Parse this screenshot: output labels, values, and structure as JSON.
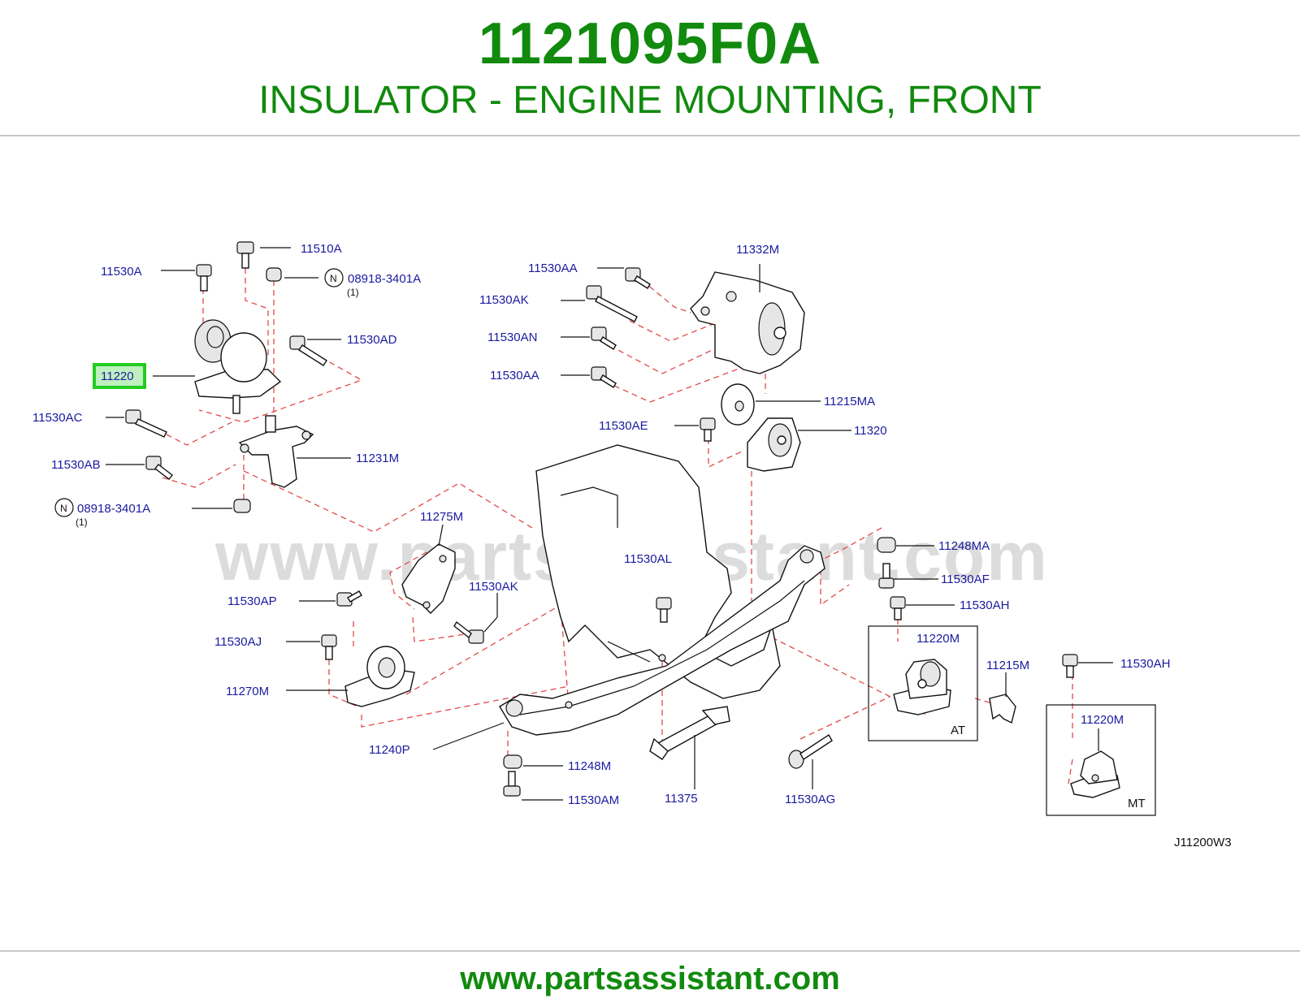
{
  "header": {
    "part_number": "1121095F0A",
    "description": "INSULATOR - ENGINE MOUNTING, FRONT"
  },
  "watermark": "www.partsassistant.com",
  "footer": {
    "url": "www.partsassistant.com"
  },
  "diagram": {
    "code": "J11200W3",
    "highlight_color": "#22cc22",
    "labels": {
      "l11510A": "11510A",
      "l11530A": "11530A",
      "l08918_top": "08918-3401A",
      "l08918_top_qty": "(1)",
      "l11530AD": "11530AD",
      "l11220": "11220",
      "l11530AC": "11530AC",
      "l11231M": "11231M",
      "l11530AB": "11530AB",
      "l08918_bot": "08918-3401A",
      "l08918_bot_qty": "(1)",
      "l11332M": "11332M",
      "l11530AA_1": "11530AA",
      "l11530AK_1": "11530AK",
      "l11530AN": "11530AN",
      "l11530AA_2": "11530AA",
      "l11215MA": "11215MA",
      "l11530AE": "11530AE",
      "l11320": "11320",
      "l11275M": "11275M",
      "l11530AL": "11530AL",
      "l11530AK_2": "11530AK",
      "l11530AP": "11530AP",
      "l11530AJ": "11530AJ",
      "l11270M": "11270M",
      "l11248MA": "11248MA",
      "l11530AF": "11530AF",
      "l11530AH_1": "11530AH",
      "l11220M_at": "11220M",
      "l11215M": "11215M",
      "l11530AH_2": "11530AH",
      "l11220M_mt": "11220M",
      "l11240P": "11240P",
      "l11248M": "11248M",
      "l11530AM": "11530AM",
      "l11375": "11375",
      "l11530AG": "11530AG",
      "at_box": "AT",
      "mt_box": "MT",
      "n_symbol": "N"
    }
  }
}
